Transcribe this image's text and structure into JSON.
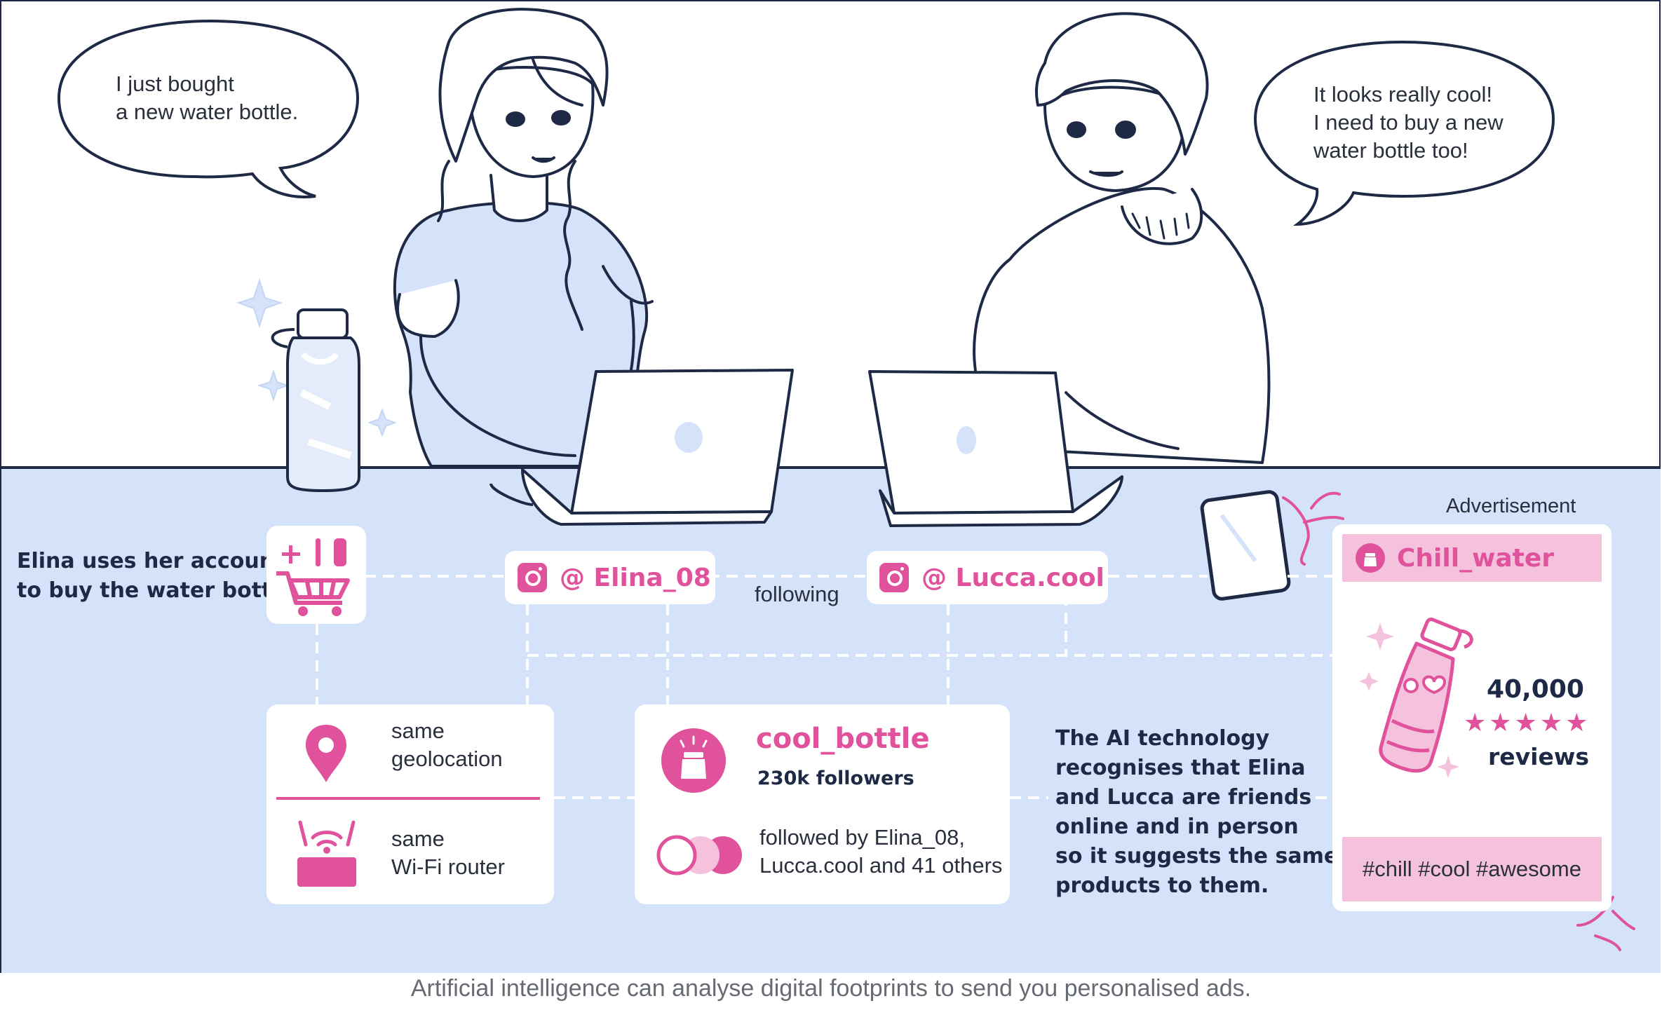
{
  "speech": {
    "elina_line1": "I just bought",
    "elina_line2": "a new water bottle.",
    "lucca_line1": "It looks really cool!",
    "lucca_line2": "I need to buy a new",
    "lucca_line3": "water bottle too!"
  },
  "purchase": {
    "line1": "Elina uses her account",
    "line2": "to buy the water bottle"
  },
  "accounts": {
    "elina": "@ Elina_08",
    "relation": "following",
    "lucca": "@ Lucca.cool"
  },
  "location": {
    "geo_line1": "same",
    "geo_line2": "geolocation",
    "wifi_line1": "same",
    "wifi_line2": "Wi-Fi router"
  },
  "brand": {
    "name": "cool_bottle",
    "followers": "230k followers",
    "followed_line1": "followed by Elina_08,",
    "followed_line2": "Lucca.cool and 41 others"
  },
  "ai_text": {
    "l1": "The AI technology",
    "l2": "recognises that Elina",
    "l3": "and Lucca are friends",
    "l4": "online and in person",
    "l5": "so it suggests the same",
    "l6": "products to them."
  },
  "ad": {
    "label": "Advertisement",
    "name": "Chill_water",
    "count": "40,000",
    "stars": "★★★★★",
    "rating": 5,
    "reviews": "reviews",
    "tags": "#chill #cool #awesome"
  },
  "caption": "Artificial intelligence can analyse digital footprints to send you personalised ads.",
  "colors": {
    "pink": "#e0529b",
    "pink_light": "#f5c2dd",
    "blue_panel": "#d4e2fa",
    "ink": "#1e2a45"
  },
  "icons": {
    "camera": "instagram-icon",
    "cart": "shopping-cart-icon",
    "pin": "map-pin-icon",
    "router": "wifi-router-icon",
    "bottle_logo": "bottle-logo-icon"
  }
}
